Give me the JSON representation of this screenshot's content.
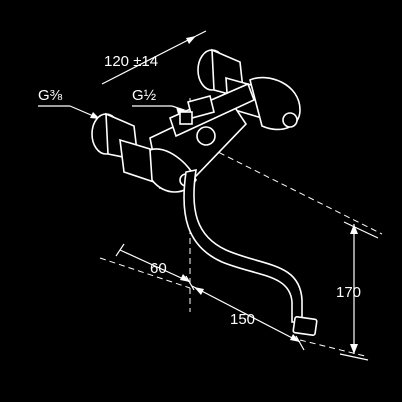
{
  "dimensions": {
    "centre_distance": "120 ±14",
    "inlet_thread": "G⅜",
    "outlet_thread": "G½",
    "wall_to_axis": "60",
    "spout_reach": "150",
    "spout_height": "170"
  },
  "colors": {
    "background": "#000000",
    "lines": "#ffffff"
  }
}
